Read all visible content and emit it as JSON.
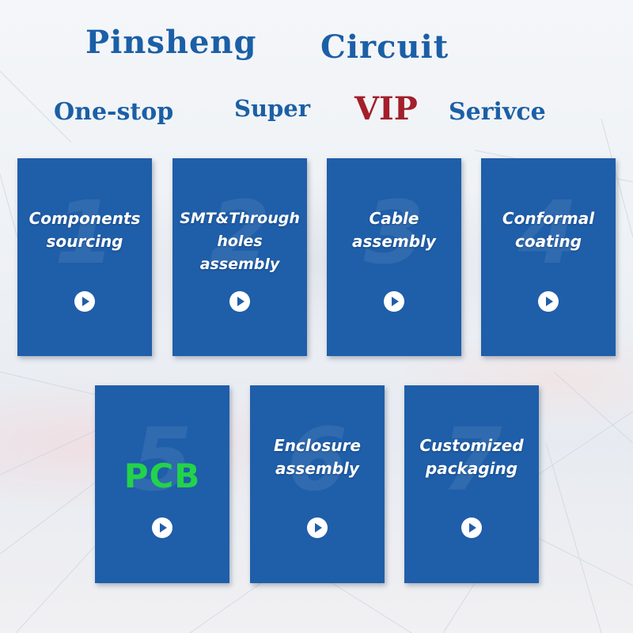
{
  "header": {
    "title_word1": "Pinsheng",
    "title_word2": "Circuit",
    "subtitle_part1": "One-stop",
    "subtitle_part2": "Super",
    "subtitle_highlight": "VIP",
    "subtitle_part3": "Serivce"
  },
  "colors": {
    "title_blue": "#1b5fa6",
    "vip_red": "#a31f2b",
    "card_blue": "#1f5ea9",
    "pcb_green": "#22d34a"
  },
  "services": [
    {
      "number": "1",
      "line1": "Components",
      "line2": "sourcing",
      "line3": ""
    },
    {
      "number": "2",
      "line1": "SMT&Through",
      "line2": "holes",
      "line3": "assembly"
    },
    {
      "number": "3",
      "line1": "Cable",
      "line2": "assembly",
      "line3": ""
    },
    {
      "number": "4",
      "line1": "Conformal",
      "line2": "coating",
      "line3": ""
    },
    {
      "number": "5",
      "line1": "PCB",
      "line2": "",
      "line3": ""
    },
    {
      "number": "6",
      "line1": "Enclosure",
      "line2": "assembly",
      "line3": ""
    },
    {
      "number": "7",
      "line1": "Customized",
      "line2": "packaging",
      "line3": ""
    }
  ],
  "icons": {
    "play": "play-circle-icon"
  }
}
